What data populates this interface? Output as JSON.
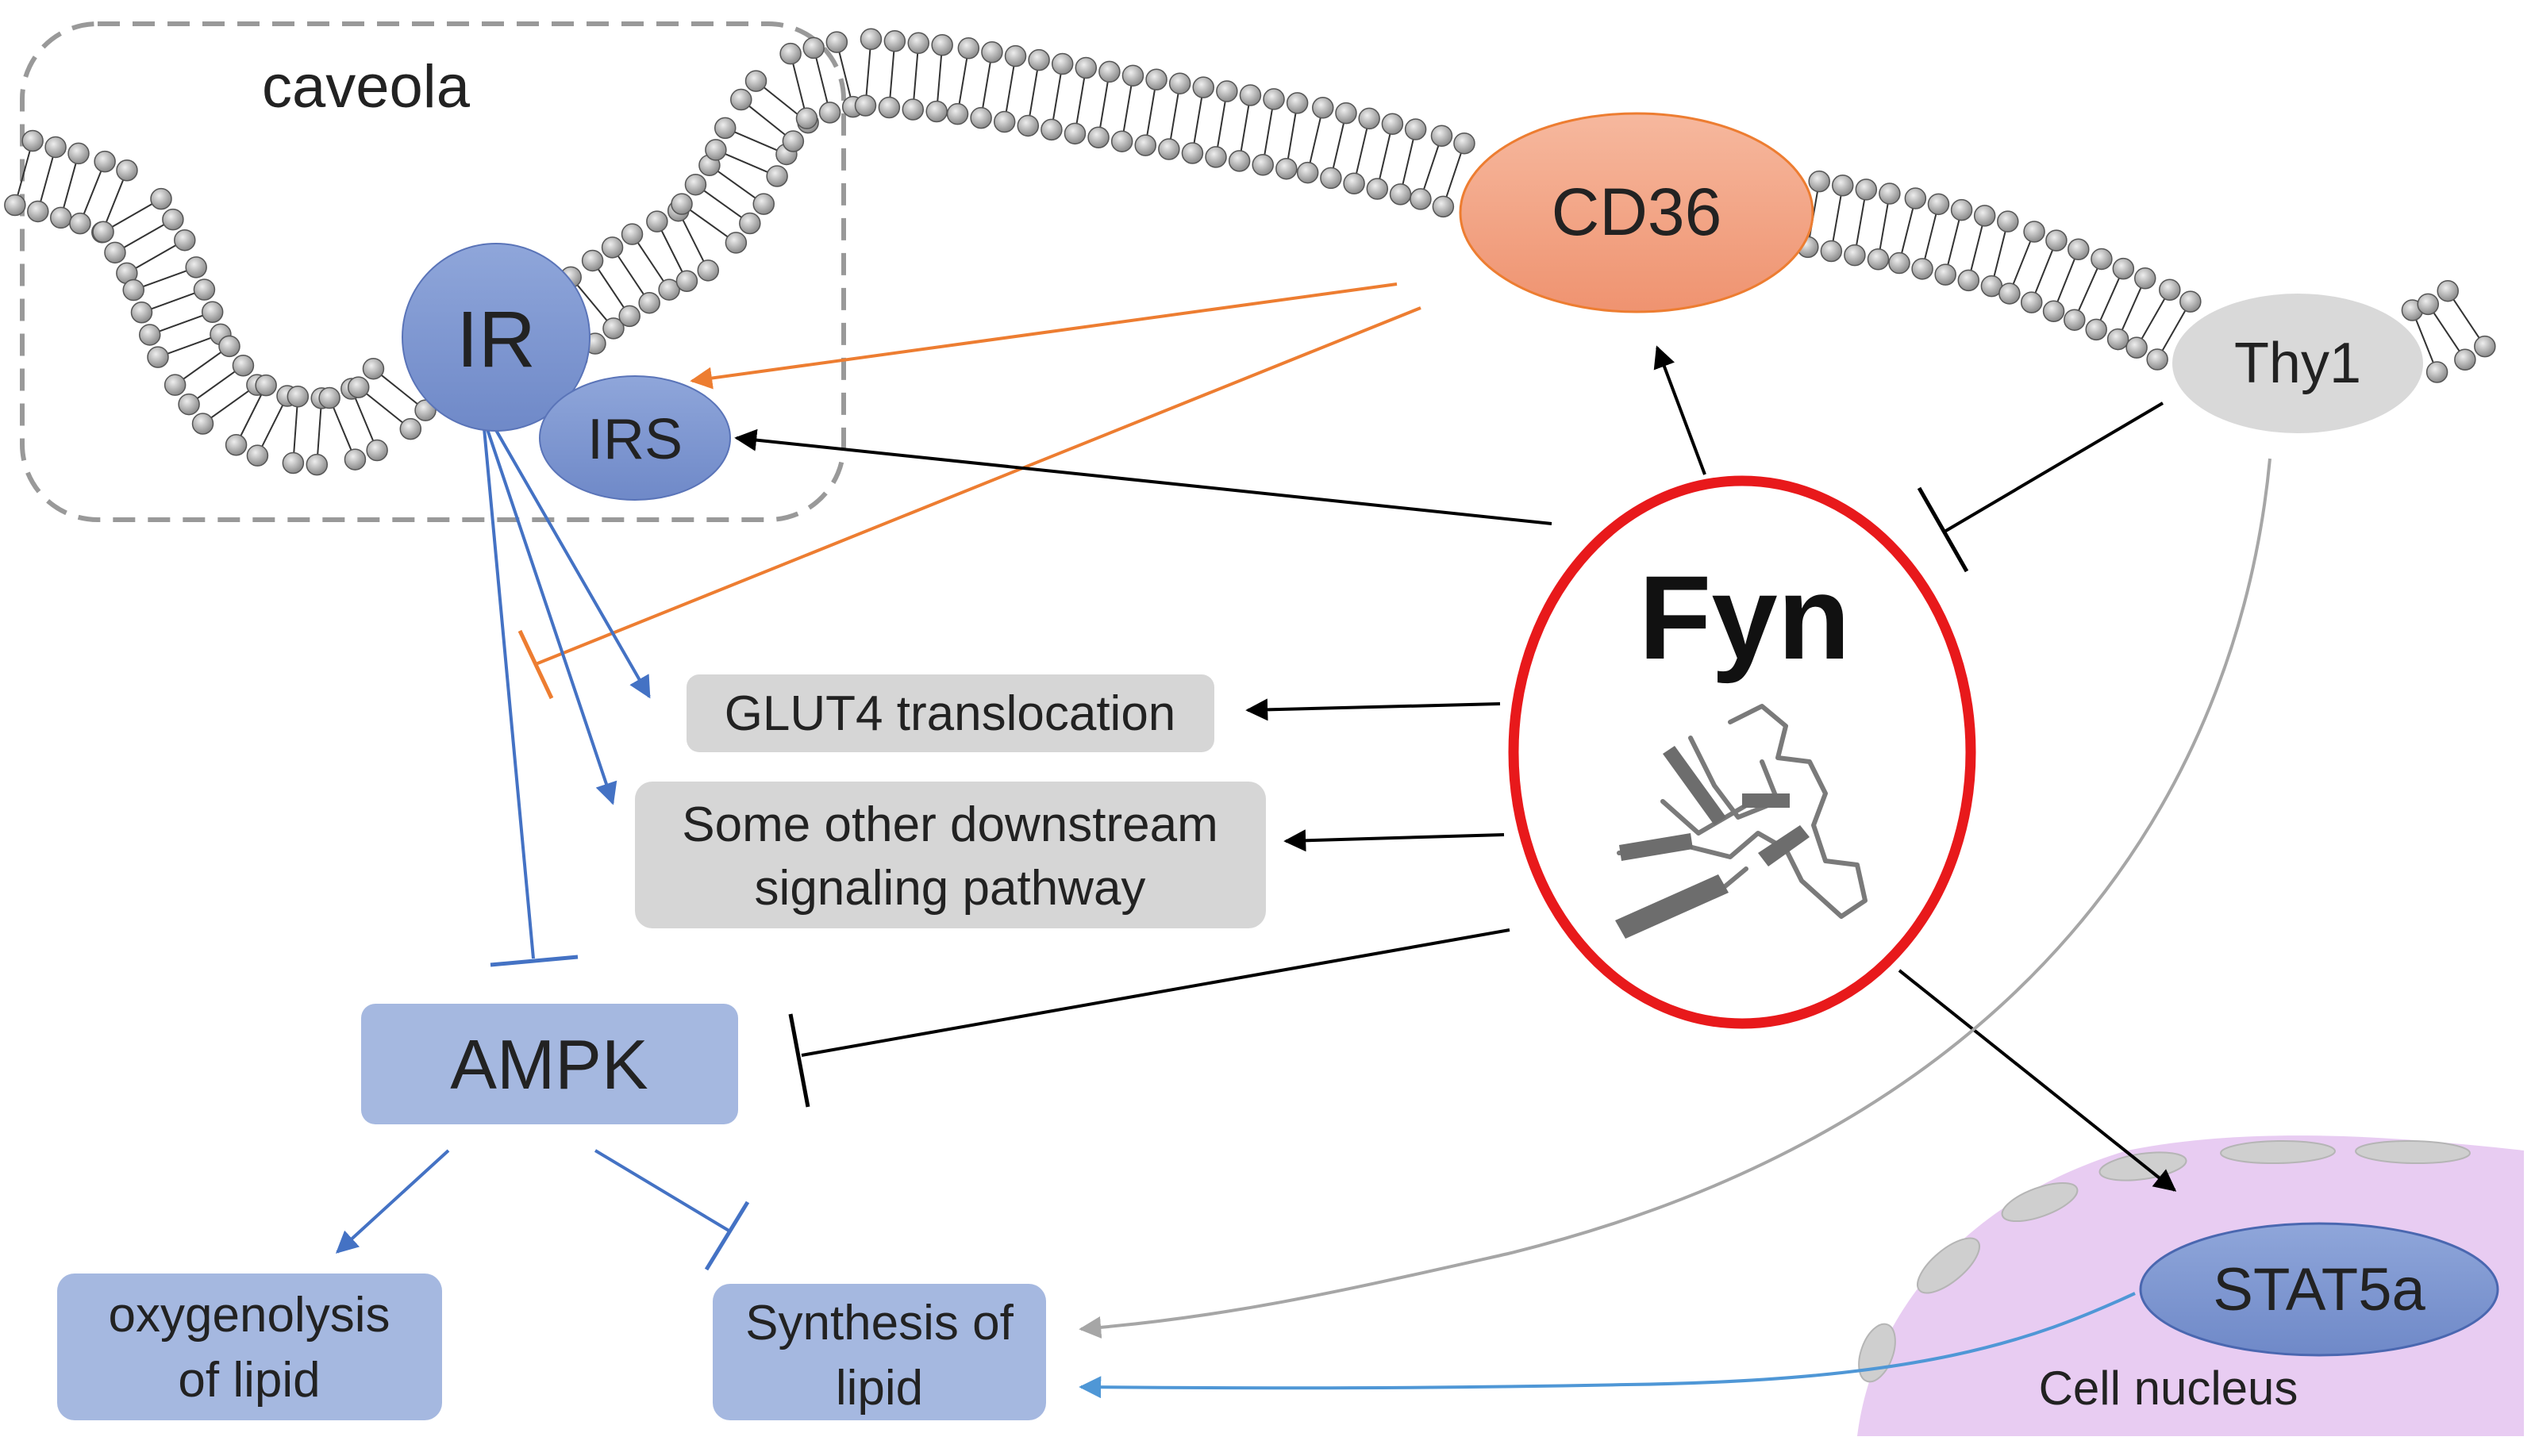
{
  "labels": {
    "caveola": "caveola",
    "ir": "IR",
    "irs": "IRS",
    "cd36": "CD36",
    "thy1": "Thy1",
    "fyn": "Fyn",
    "glut4": "GLUT4 translocation",
    "other_line1": "Some other downstream",
    "other_line2": "signaling pathway",
    "ampk": "AMPK",
    "oxy_line1": "oxygenolysis",
    "oxy_line2": "of lipid",
    "syn_line1": "Synthesis of",
    "syn_line2": "lipid",
    "stat5a": "STAT5a",
    "nucleus": "Cell nucleus"
  },
  "colors": {
    "cd36_fill": "#f4a98a",
    "thy1_fill": "#d9d9d9",
    "ir_fill": "#7f98d1",
    "box_blue": "#a5b8e0",
    "box_gray": "#d6d6d6",
    "fyn_ring": "#e8191b",
    "nucleus_fill": "#e8ccf2",
    "arrow_black": "#000000",
    "arrow_orange": "#ed7d31",
    "arrow_blue": "#4472c4",
    "arrow_gray": "#a6a6a6",
    "membrane_bead": "#b3b3b3"
  }
}
